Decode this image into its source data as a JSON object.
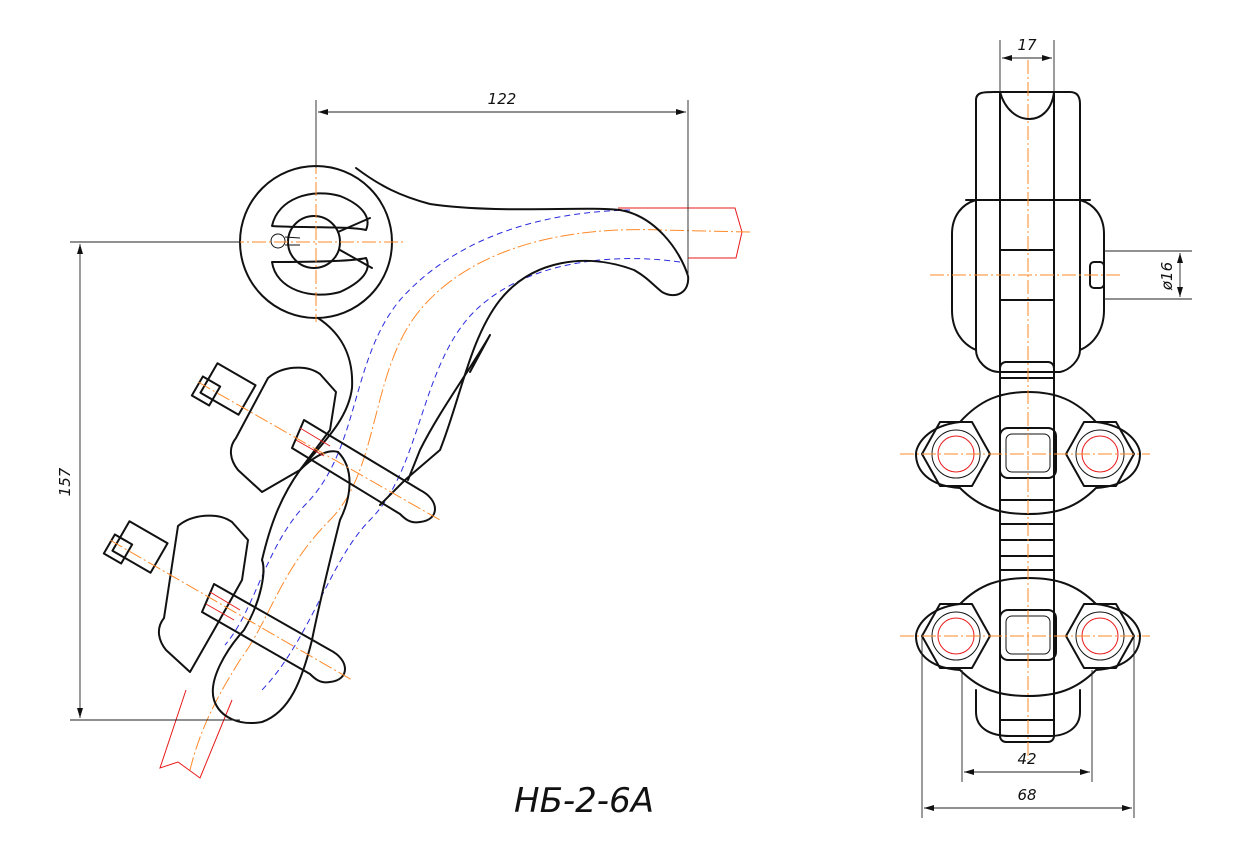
{
  "title": "НБ-2-6А",
  "dimensions": {
    "side_width": "122",
    "side_height": "157",
    "front_top_width": "17",
    "front_pin_diameter": "ø16",
    "front_bolt_spacing": "42",
    "front_total_width": "68"
  }
}
